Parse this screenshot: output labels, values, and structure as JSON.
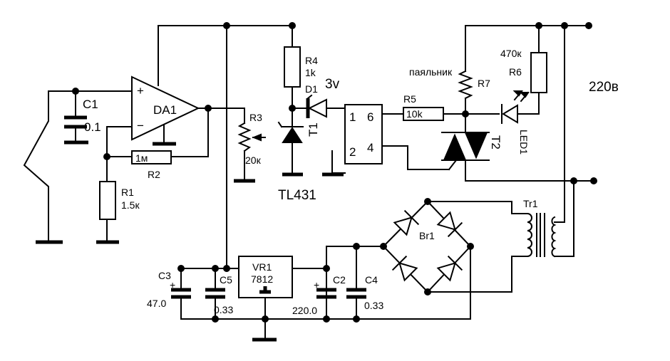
{
  "labels": {
    "c1": "C1",
    "c1_val": "0.1",
    "da1": "DA1",
    "plus": "+",
    "minus": "−",
    "r2_val": "1м",
    "r2": "R2",
    "r1": "R1",
    "r1_val": "1.5к",
    "r3": "R3",
    "r3_val": "20к",
    "r4": "R4",
    "r4_val": "1k",
    "d1": "D1",
    "d1_volt": "3v",
    "t1": "T1",
    "tl431": "TL431",
    "opto_pin1": "1",
    "opto_pin6": "6",
    "opto_pin2": "2",
    "opto_pin4": "4",
    "r5": "R5",
    "r5_val": "10k",
    "solder": "паяльник",
    "r7": "R7",
    "r6_val": "470к",
    "r6": "R6",
    "t2": "T2",
    "led1": "LED1",
    "mains": "220в",
    "tr1": "Tr1",
    "br1": "Br1",
    "vr1": "VR1",
    "vr1_val": "7812",
    "c3": "C3",
    "c3_plus": "+",
    "c3_val": "47.0",
    "c5": "C5",
    "c5_val": "0.33",
    "c2": "C2",
    "c2_plus": "+",
    "c2_val": "220.0",
    "c4": "C4",
    "c4_val": "0.33"
  }
}
